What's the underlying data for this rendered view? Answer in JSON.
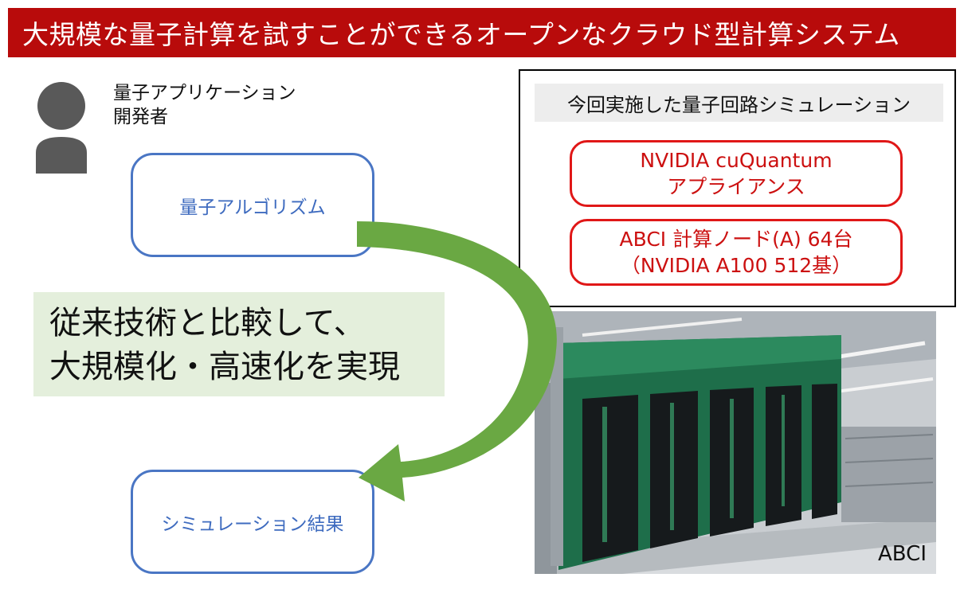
{
  "title": "大規模な量子計算を試すことができるオープンなクラウド型計算システム",
  "developer": {
    "icon": "user-icon",
    "label_line1": "量子アプリケーション",
    "label_line2": "開発者"
  },
  "flow": {
    "algorithm_label": "量子アルゴリズム",
    "result_label": "シミュレーション結果",
    "arrow_color": "#6aa843"
  },
  "claim": {
    "line1": "従来技術と比較して、",
    "line2": "大規模化・高速化を実現"
  },
  "simulation_panel": {
    "heading": "今回実施した量子回路シミュレーション",
    "items": [
      {
        "line1": "NVIDIA cuQuantum",
        "line2": "アプライアンス"
      },
      {
        "line1": "ABCI 計算ノード(A) 64台",
        "line2": "（NVIDIA A100 512基）"
      }
    ]
  },
  "photo": {
    "caption": "ABCI",
    "depicts": "ABCI supercomputer racks with green panels"
  },
  "colors": {
    "title_bar": "#b80b0b",
    "box_border_blue": "#4a76c4",
    "box_border_red": "#e01717",
    "claim_background": "#e4efdc"
  }
}
